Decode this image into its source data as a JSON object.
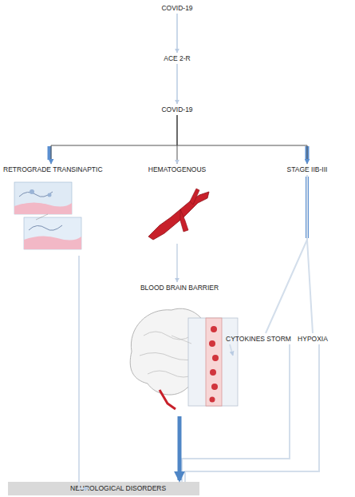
{
  "diagram": {
    "nodes": [
      {
        "text": [
          "COVID-19"
        ]
      },
      {
        "text": [
          "ACE 2-R"
        ]
      },
      {
        "text": [
          "COVID-19"
        ]
      },
      {
        "text": [
          "RETROGRADE TRANSINAPTIC"
        ]
      },
      {
        "text": [
          "HEMATOGENOUS"
        ]
      },
      {
        "text": [
          "STAGE IIB-III"
        ]
      },
      {
        "text": [
          "CYTOKINES STORM"
        ]
      },
      {
        "text": [
          "HYPOXIA"
        ]
      },
      {
        "text": [
          "BLOOD BRAIN BARRIER"
        ]
      },
      {
        "text": [
          "NEUROLOGICAL DISORDERS"
        ]
      }
    ],
    "edges": [
      {
        "from": 0,
        "to": 1,
        "arrow": "to"
      },
      {
        "from": 1,
        "to": 2,
        "arrow": "to"
      },
      {
        "from": 2,
        "to": 3,
        "arrow": "to"
      },
      {
        "from": 2,
        "to": 4,
        "arrow": "to"
      },
      {
        "from": 2,
        "to": 5,
        "arrow": "to"
      },
      {
        "from": 3,
        "to": 9,
        "arrow": "to"
      },
      {
        "from": 4,
        "to": 8,
        "arrow": "to"
      },
      {
        "from": 5,
        "to": 6,
        "arrow": "none"
      },
      {
        "from": 5,
        "to": 7,
        "arrow": "none"
      },
      {
        "from": 6,
        "to": 8,
        "arrow": "to"
      },
      {
        "from": 6,
        "to": 9,
        "arrow": "none"
      },
      {
        "from": 7,
        "to": 9,
        "arrow": "none"
      },
      {
        "from": 8,
        "to": 9,
        "arrow": "to"
      }
    ]
  }
}
